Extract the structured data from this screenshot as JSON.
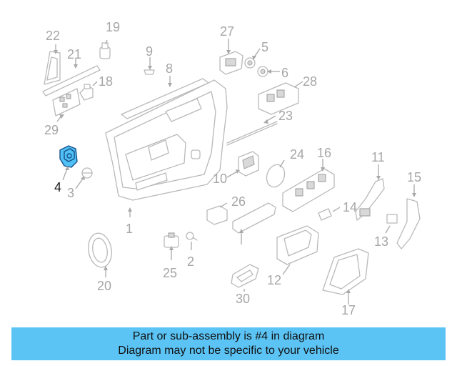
{
  "callouts": {
    "c1": "1",
    "c2": "2",
    "c3": "3",
    "c4": "4",
    "c5": "5",
    "c6": "6",
    "c8": "8",
    "c9": "9",
    "c10": "10",
    "c11": "11",
    "c12": "12",
    "c13": "13",
    "c14": "14",
    "c15": "15",
    "c16": "16",
    "c17": "17",
    "c18": "18",
    "c19": "19",
    "c20": "20",
    "c21": "21",
    "c22": "22",
    "c23": "23",
    "c24": "24",
    "c25": "25",
    "c26": "26",
    "c27": "27",
    "c28": "28",
    "c29": "29",
    "c30": "30"
  },
  "highlighted_part": "4",
  "colors": {
    "highlight": "#4fc1f4",
    "banner": "#5bc4f5",
    "line_art": "#b9b9b9"
  },
  "banner": {
    "line1": "Part or sub-assembly is #4 in diagram",
    "line2": "Diagram may not be specific to your vehicle"
  }
}
